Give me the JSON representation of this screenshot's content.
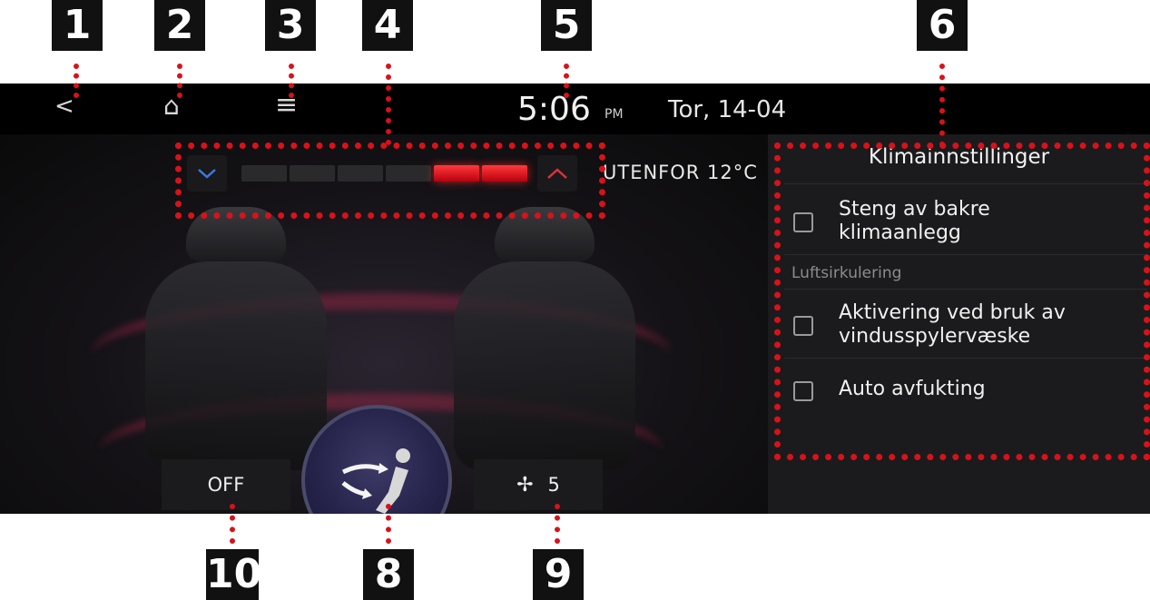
{
  "callouts": [
    "1",
    "2",
    "3",
    "4",
    "5",
    "6",
    "8",
    "9",
    "10"
  ],
  "topbar": {
    "back_glyph": "<",
    "home_glyph": "⌂",
    "menu_glyph": "≡",
    "time": "5:06",
    "ampm": "PM",
    "date": "Tor, 14-04"
  },
  "climate": {
    "outside_label": "UTENFOR 12°C",
    "temp_down_glyph": "﹀",
    "temp_up_glyph": "︿",
    "temp_level_active_segments": [
      4,
      5
    ],
    "temp_segments_total": 6,
    "off_label": "OFF",
    "fan_speed": "5"
  },
  "panel": {
    "title": "Klimainnstillinger",
    "options": [
      {
        "label_line1": "Steng av bakre",
        "label_line2": "klimaanlegg",
        "checked": false
      },
      {
        "label_line1": "Aktivering ved bruk av",
        "label_line2": "vindusspylervæske",
        "checked": false
      },
      {
        "label_line1": "Auto avfukting",
        "label_line2": "",
        "checked": false
      }
    ],
    "section_label": "Luftsirkulering"
  },
  "colors": {
    "callout_red": "#d8121a",
    "temp_active": "#e01020",
    "temp_down": "#3a7ae0",
    "temp_up": "#e0303a"
  }
}
